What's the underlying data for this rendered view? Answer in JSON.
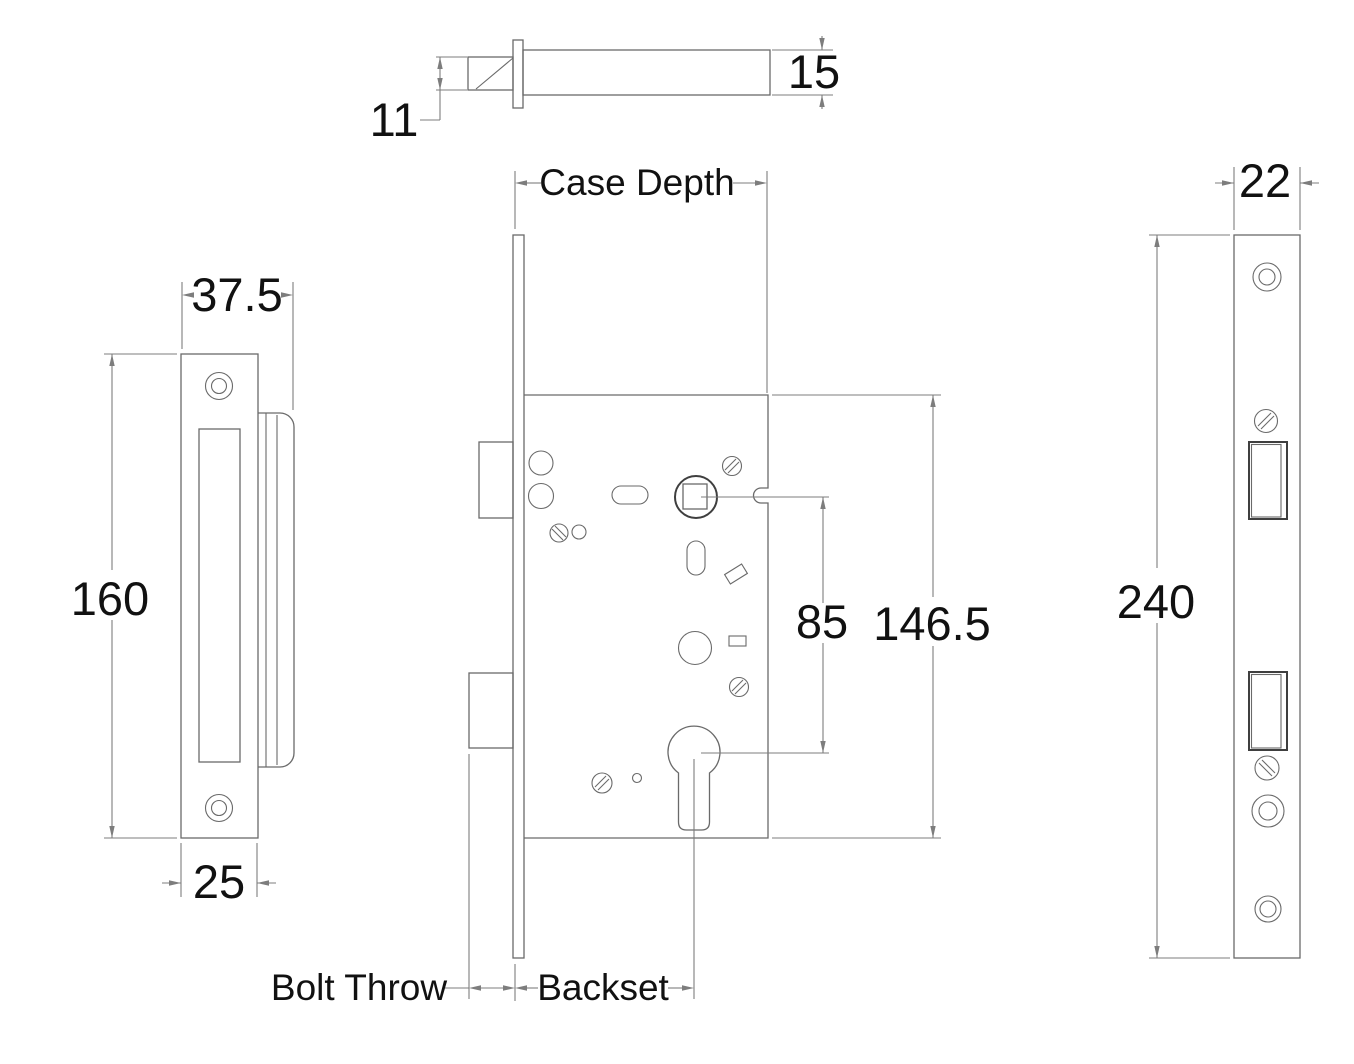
{
  "colors": {
    "background": "#ffffff",
    "outline": "#6a6a6a",
    "dimension_line": "#7d7d7d",
    "heavy_outline": "#3f3f3f",
    "text": "#111111"
  },
  "labels": {
    "case_depth": "Case Depth",
    "bolt_throw": "Bolt Throw",
    "backset": "Backset"
  },
  "dimensions": {
    "latch_bolt_height": "11",
    "case_thickness": "15",
    "strike_overall_width": "37.5",
    "strike_height": "160",
    "strike_plate_width": "25",
    "hub_to_cylinder": "85",
    "case_height": "146.5",
    "faceplate_width": "22",
    "faceplate_height": "240"
  }
}
